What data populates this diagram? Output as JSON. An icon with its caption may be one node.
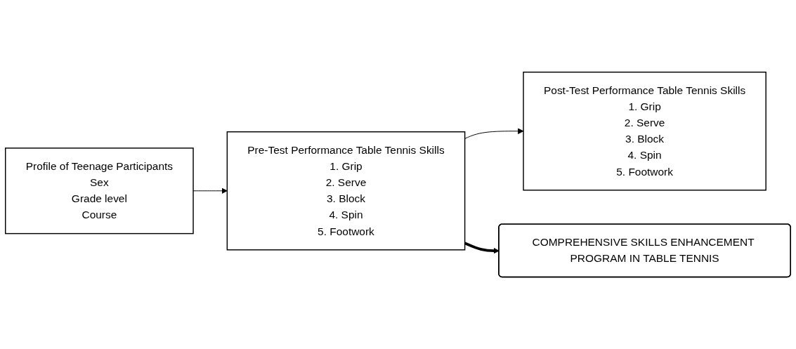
{
  "diagram": {
    "nodes": [
      {
        "text": [
          "Profile of Teenage Participants",
          "Sex",
          "Grade level",
          "Course"
        ]
      },
      {
        "text": [
          "Pre-Test Performance Table Tennis Skills",
          "1. Grip",
          "2. Serve",
          "3. Block",
          "4. Spin",
          "5. Footwork"
        ]
      },
      {
        "text": [
          "Post-Test Performance Table Tennis Skills",
          "1. Grip",
          "2. Serve",
          "3. Block",
          "4. Spin",
          "5. Footwork"
        ]
      },
      {
        "text": [
          "COMPREHENSIVE SKILLS ENHANCEMENT PROGRAM IN TABLE TENNIS"
        ]
      }
    ],
    "edges": [
      {
        "from": 0,
        "to": 1,
        "arrow": "to"
      },
      {
        "from": 1,
        "to": 2,
        "arrow": "to"
      },
      {
        "from": 1,
        "to": 3,
        "arrow": "to",
        "style": "thick"
      }
    ]
  }
}
